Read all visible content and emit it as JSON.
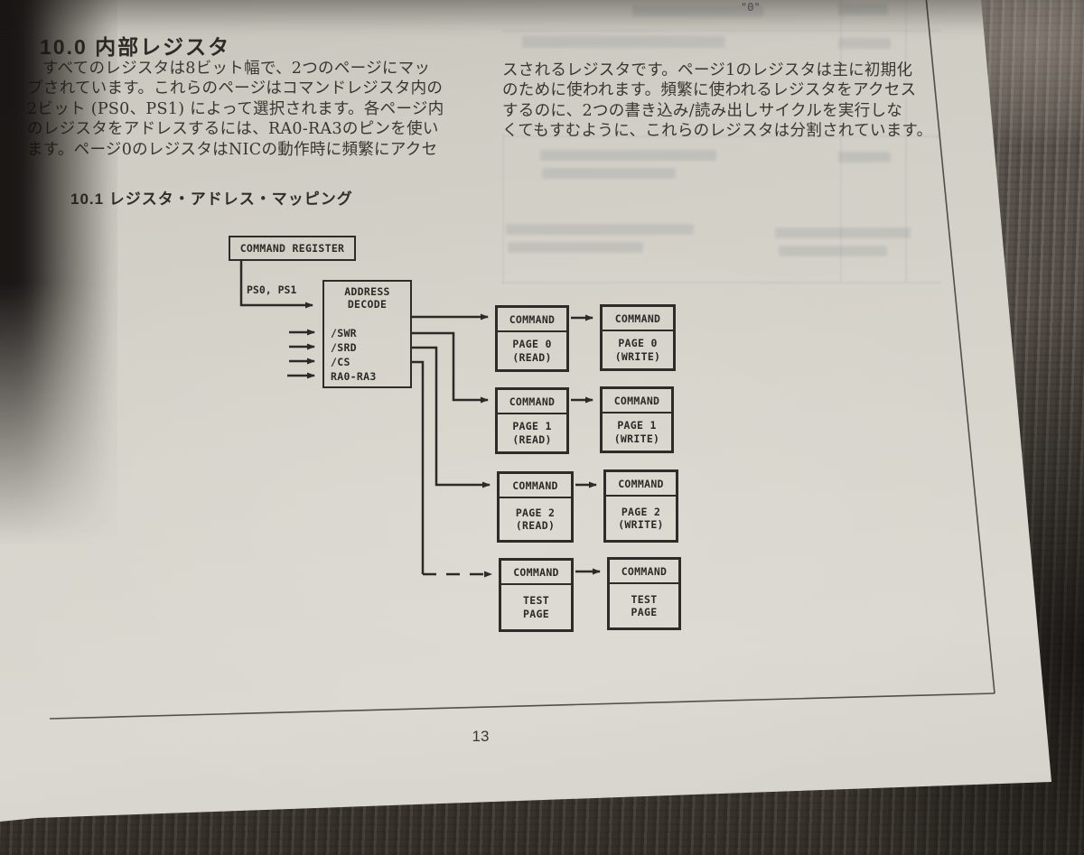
{
  "document": {
    "section_title": "10.0 内部レジスタ",
    "left_column_lines": [
      "すべてのレジスタは8ビット幅で、2つのページにマッ",
      "プされています。これらのページはコマンドレジスタ内の",
      "2ビット (PS0、PS1) によって選択されます。各ページ内",
      "のレジスタをアドレスするには、RA0-RA3のピンを使い",
      "ます。ページ0のレジスタはNICの動作時に頻繁にアクセ"
    ],
    "right_column_lines": [
      "スされるレジスタです。ページ1のレジスタは主に初期化",
      "のために使われます。頻繁に使われるレジスタをアクセス",
      "するのに、2つの書き込み/読み出しサイクルを実行しな",
      "くてもすむように、これらのレジスタは分割されています。"
    ],
    "subsection_title": "10.1 レジスタ・アドレス・マッピング",
    "show_through_mark": "\"0\"",
    "page_number": "13"
  },
  "diagram": {
    "command_register_label": "COMMAND REGISTER",
    "ps_label": "PS0, PS1",
    "decode_title_line1": "ADDRESS",
    "decode_title_line2": "DECODE",
    "decode_inputs": [
      "/SWR",
      "/SRD",
      "/CS",
      "RA0-RA3"
    ],
    "register_pairs": [
      {
        "read_header": "COMMAND",
        "read_line1": "PAGE 0",
        "read_line2": "(READ)",
        "write_header": "COMMAND",
        "write_line1": "PAGE 0",
        "write_line2": "(WRITE)"
      },
      {
        "read_header": "COMMAND",
        "read_line1": "PAGE 1",
        "read_line2": "(READ)",
        "write_header": "COMMAND",
        "write_line1": "PAGE 1",
        "write_line2": "(WRITE)"
      },
      {
        "read_header": "COMMAND",
        "read_line1": "PAGE 2",
        "read_line2": "(READ)",
        "write_header": "COMMAND",
        "write_line1": "PAGE 2",
        "write_line2": "(WRITE)"
      },
      {
        "read_header": "COMMAND",
        "read_line1": "TEST",
        "read_line2": "PAGE",
        "write_header": "COMMAND",
        "write_line1": "TEST",
        "write_line2": "PAGE"
      }
    ]
  },
  "colors": {
    "paper": "#d6d3ca",
    "ink": "#2e2c28",
    "body_text": "#38362f",
    "carpet": "#554e46",
    "show_through": "#68747e"
  }
}
